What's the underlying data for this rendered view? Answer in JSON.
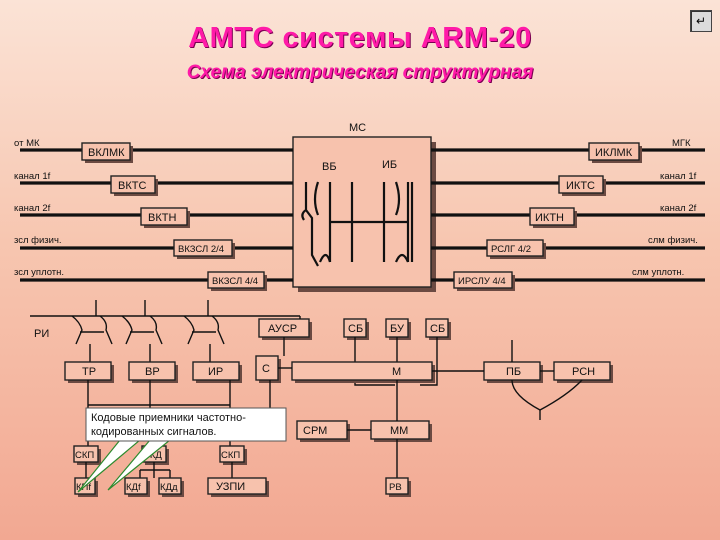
{
  "title": "АМТС системы ARM-20",
  "subtitle": "Схема электрическая структурная",
  "nav_icon": "return-arrow-icon",
  "side_labels": {
    "ot_mk": "от МК",
    "mgk": "МГК",
    "kanal_1f_left": "канал 1f",
    "kanal_1f_right": "канал 1f",
    "kanal_2f_left": "канал 2f",
    "kanal_2f_right": "канал 2f",
    "zsl_fiz": "зсл физич.",
    "slm_fiz": "слм физич.",
    "zsl_uplotn": "зсл уплотн.",
    "slm_uplotn": "слм уплотн.",
    "ri": "РИ"
  },
  "ms": {
    "label": "МС",
    "vb": "ВБ",
    "ib": "ИБ"
  },
  "blocks": {
    "vklmk": "ВКЛМК",
    "iklmk": "ИКЛМК",
    "vkts": "ВКТС",
    "ikts": "ИКТС",
    "vktn": "ВКТН",
    "iktn": "ИКТН",
    "vkzsl24": "ВКЗСЛ 2/4",
    "rslg42": "РСЛГ 4/2",
    "vkzsl44": "ВКЗСЛ 4/4",
    "irslu44": "ИРСЛУ 4/4",
    "ausr": "АУСР",
    "sb1": "СБ",
    "bu": "БУ",
    "sb2": "СБ",
    "tr": "ТР",
    "vr": "ВР",
    "ir": "ИР",
    "c": "С",
    "m": "М",
    "pb": "ПБ",
    "rsn": "РСН",
    "srm": "СРМ",
    "mm": "ММ",
    "skp1": "СКП",
    "skd": "СКД",
    "skp2": "СКП",
    "kpf": "КПf",
    "kdf": "КДf",
    "kdd": "КДд",
    "uzpi": "УЗПИ",
    "rv": "РВ"
  },
  "callout": {
    "line1": "Кодовые приемники частотно-",
    "line2": "кодированных сигналов."
  }
}
